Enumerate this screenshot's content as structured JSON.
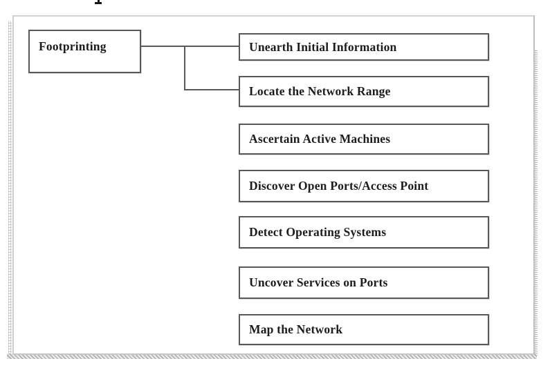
{
  "figure": {
    "artifact_note": "partial glyph fragment cropped at top edge",
    "diagram": {
      "root": {
        "label": "Footprinting"
      },
      "steps": [
        {
          "label": "Unearth Initial Information"
        },
        {
          "label": "Locate the Network Range"
        },
        {
          "label": "Ascertain Active Machines"
        },
        {
          "label": "Discover Open Ports/Access Point"
        },
        {
          "label": "Detect Operating Systems"
        },
        {
          "label": "Uncover Services on Ports"
        },
        {
          "label": "Map the Network"
        }
      ]
    },
    "colors": {
      "box_border": "#58585a",
      "connector": "#58585a",
      "text": "#1c1c1e",
      "frame_border": "#c9c9c9",
      "shadow": "#ababab",
      "background": "#ffffff"
    }
  }
}
